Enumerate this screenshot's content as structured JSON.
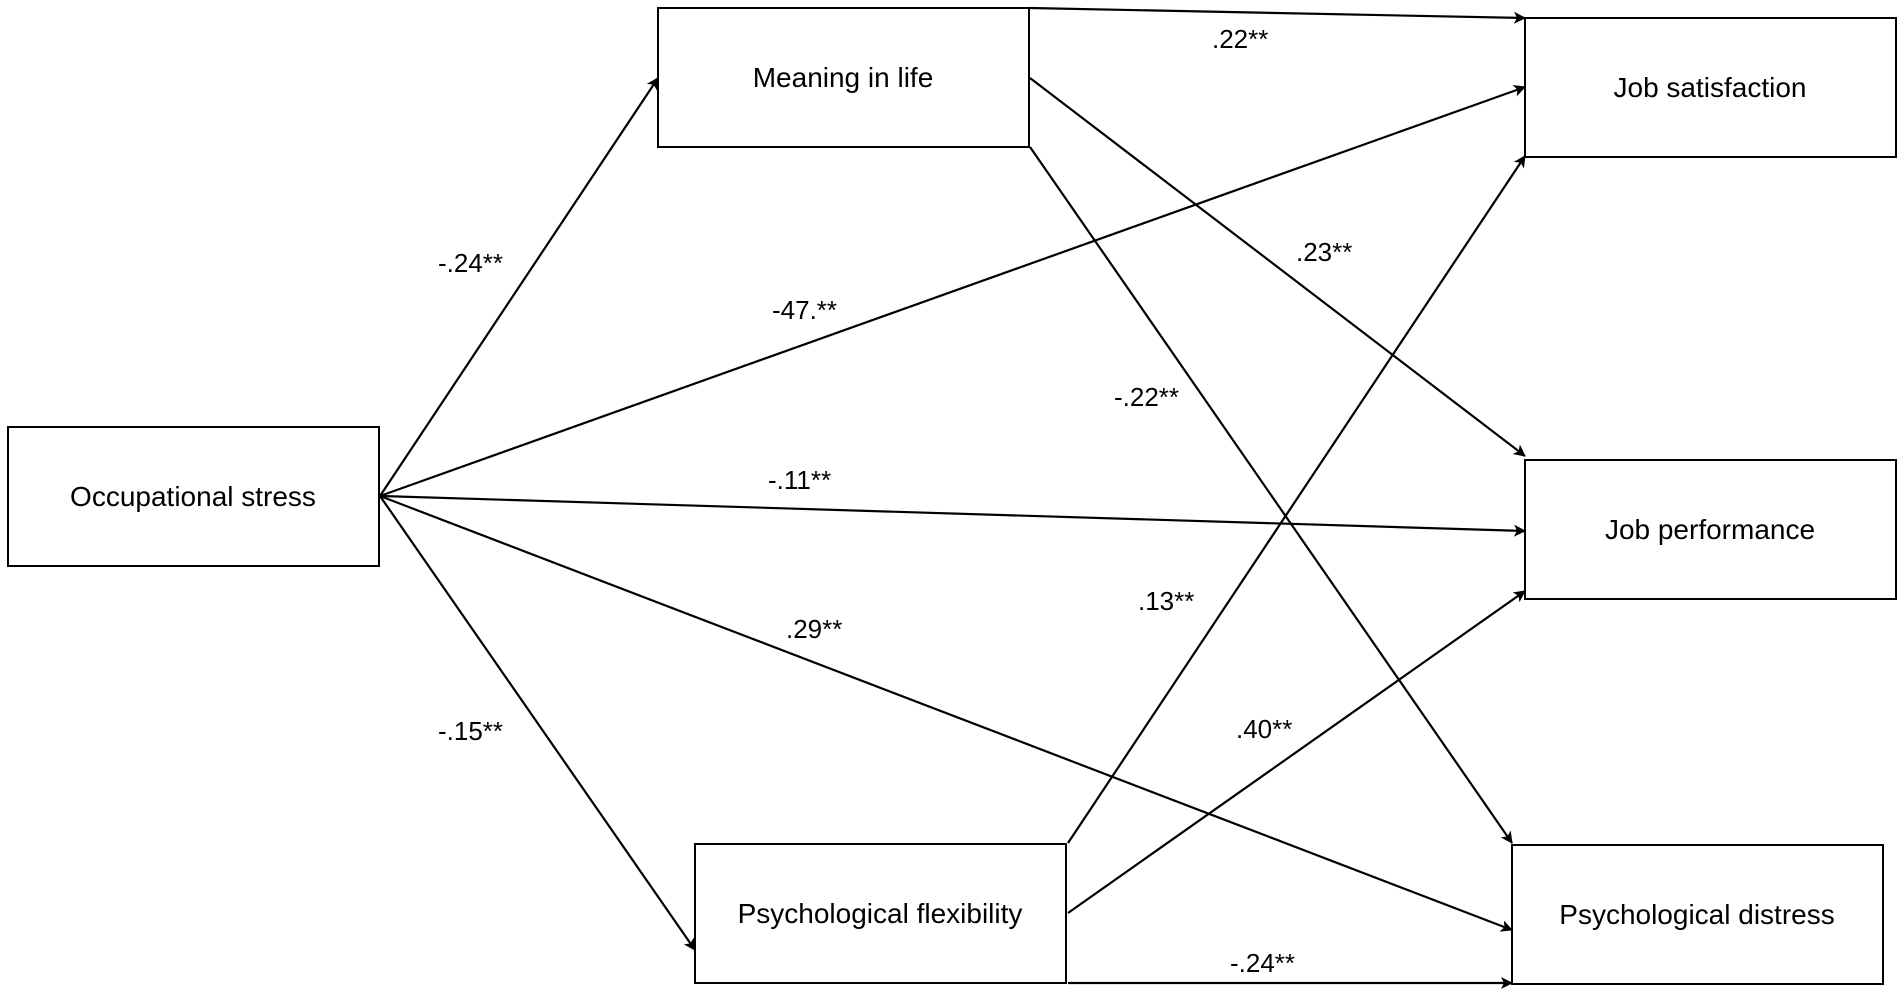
{
  "nodes": {
    "occupational_stress": "Occupational stress",
    "meaning_in_life": "Meaning in life",
    "psychological_flexibility": "Psychological flexibility",
    "job_satisfaction": "Job satisfaction",
    "job_performance": "Job performance",
    "psychological_distress": "Psychological distress"
  },
  "paths": {
    "stress_to_meaning": "-.24**",
    "stress_to_flexibility": "-.15**",
    "stress_to_satisfaction": "-47.**",
    "stress_to_performance": "-.11**",
    "stress_to_distress": ".29**",
    "meaning_to_satisfaction": ".22**",
    "meaning_to_performance": ".23**",
    "meaning_to_distress": "-.22**",
    "flexibility_to_satisfaction": ".13**",
    "flexibility_to_performance": ".40**",
    "flexibility_to_distress": "-.24**"
  }
}
